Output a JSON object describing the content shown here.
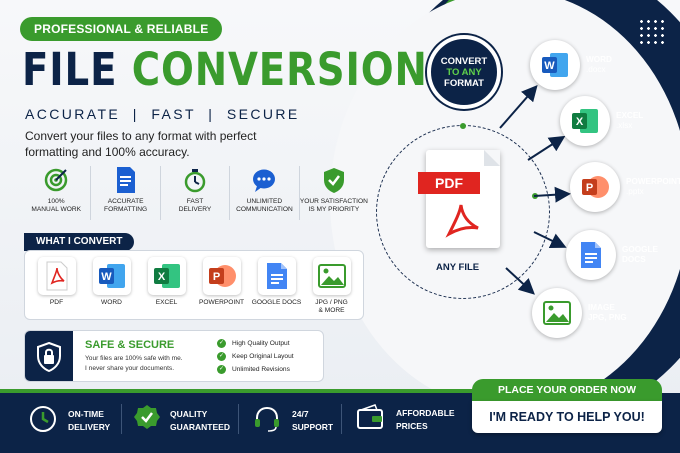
{
  "colors": {
    "navy": "#0c2347",
    "green": "#3a9b2d",
    "pdf_red": "#e02520"
  },
  "badge": "PROFESSIONAL & RELIABLE",
  "title": {
    "word1": "FILE",
    "word2": "CONVERSION"
  },
  "tagline": "ACCURATE  |  FAST  |  SECURE",
  "description": "Convert your files to any format with perfect formatting and 100% accuracy.",
  "features": [
    {
      "icon": "target-icon",
      "line1": "100%",
      "line2": "MANUAL WORK"
    },
    {
      "icon": "document-icon",
      "line1": "ACCURATE",
      "line2": "FORMATTING"
    },
    {
      "icon": "stopwatch-icon",
      "line1": "FAST",
      "line2": "DELIVERY"
    },
    {
      "icon": "chat-bubble-icon",
      "line1": "UNLIMITED",
      "line2": "COMMUNICATION"
    },
    {
      "icon": "shield-check-icon",
      "line1": "YOUR SATISFACTION",
      "line2": "IS MY PRIORITY"
    }
  ],
  "what_i_convert": {
    "label": "WHAT I CONVERT",
    "formats": [
      {
        "icon": "pdf-file-icon",
        "label": "PDF",
        "label2": ""
      },
      {
        "icon": "word-icon",
        "label": "WORD",
        "label2": ""
      },
      {
        "icon": "excel-icon",
        "label": "EXCEL",
        "label2": ""
      },
      {
        "icon": "powerpoint-icon",
        "label": "POWERPOINT",
        "label2": ""
      },
      {
        "icon": "google-docs-icon",
        "label": "GOOGLE DOCS",
        "label2": ""
      },
      {
        "icon": "image-icon",
        "label": "JPG / PNG",
        "label2": "& MORE"
      }
    ]
  },
  "safe": {
    "title": "SAFE & SECURE",
    "desc1": "Your files are 100% safe with me.",
    "desc2": "I never share your documents.",
    "list": [
      "High Quality Output",
      "Keep Original Layout",
      "Unlimited Revisions"
    ]
  },
  "diagram": {
    "center": {
      "line1": "CONVERT",
      "line2": "TO ANY",
      "line3": "FORMAT"
    },
    "pdf_tag": "PDF",
    "source_label": "ANY FILE",
    "targets": [
      {
        "icon": "word-icon",
        "name": "WORD",
        "ext": ".docx"
      },
      {
        "icon": "excel-icon",
        "name": "EXCEL",
        "ext": ".xlsx"
      },
      {
        "icon": "powerpoint-icon",
        "name": "POWERPOINT",
        "ext": ".pptx"
      },
      {
        "icon": "google-docs-icon",
        "name": "GOOGLE",
        "ext": "DOCS"
      },
      {
        "icon": "image-icon",
        "name": "IMAGE",
        "ext": "JPG, PNG"
      }
    ]
  },
  "bottom": [
    {
      "icon": "clock-icon",
      "line1": "ON-TIME",
      "line2": "DELIVERY"
    },
    {
      "icon": "badge-check-icon",
      "line1": "QUALITY",
      "line2": "GUARANTEED"
    },
    {
      "icon": "headset-icon",
      "line1": "24/7",
      "line2": "SUPPORT"
    },
    {
      "icon": "wallet-icon",
      "line1": "AFFORDABLE",
      "line2": "PRICES"
    }
  ],
  "cta": {
    "top": "PLACE YOUR ORDER NOW",
    "bottom": "I'M READY TO HELP YOU!"
  }
}
